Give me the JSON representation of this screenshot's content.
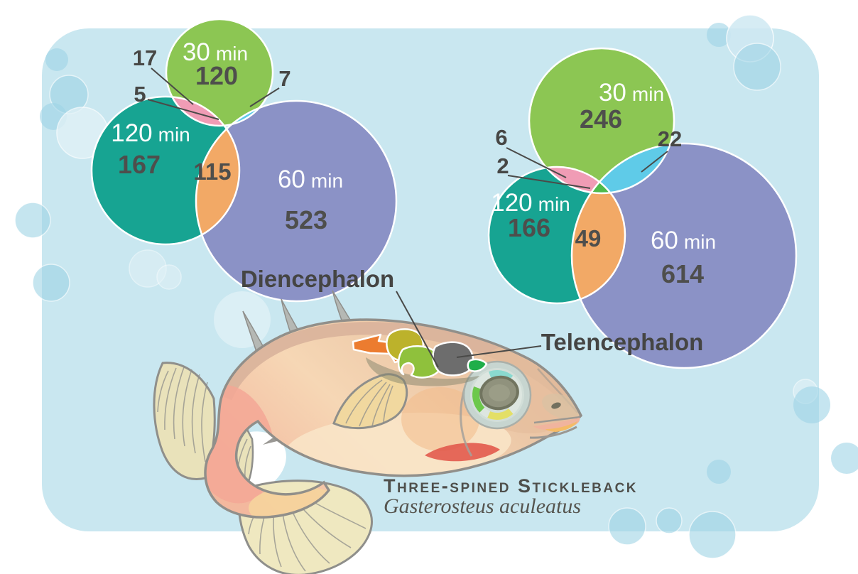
{
  "figure": {
    "background_color": "#ffffff",
    "card_color": "#c9e7f0",
    "bubble_color": "#9fd4e6",
    "text_dark": "#4a4a48",
    "label_white": "#ffffff"
  },
  "venn_left": {
    "sets": [
      {
        "time": "30",
        "unit": "min",
        "count": "120",
        "color": "#8cc653"
      },
      {
        "time": "120",
        "unit": "min",
        "count": "167",
        "color": "#17a492"
      },
      {
        "time": "60",
        "unit": "min",
        "count": "523",
        "color": "#8b92c6"
      }
    ],
    "overlaps": [
      {
        "between": "30min & 120min",
        "count": "17",
        "color": "#f09cb5"
      },
      {
        "between": "30min & 120min & 60min",
        "count": "5",
        "color": "#74b83b"
      },
      {
        "between": "30min & 60min",
        "count": "7",
        "color": "#5fcbe8"
      },
      {
        "between": "120min & 60min",
        "count": "115",
        "color": "#f2a966"
      }
    ]
  },
  "venn_right": {
    "sets": [
      {
        "time": "30",
        "unit": "min",
        "count": "246",
        "color": "#8cc653"
      },
      {
        "time": "120",
        "unit": "min",
        "count": "166",
        "color": "#17a492"
      },
      {
        "time": "60",
        "unit": "min",
        "count": "614",
        "color": "#8b92c6"
      }
    ],
    "overlaps": [
      {
        "between": "30min & 120min",
        "count": "6",
        "color": "#f09cb5"
      },
      {
        "between": "30min & 120min & 60min",
        "count": "2",
        "color": "#4eb94a"
      },
      {
        "between": "30min & 60min",
        "count": "22",
        "color": "#5fcbe8"
      },
      {
        "between": "120min & 60min",
        "count": "49",
        "color": "#f2a966"
      }
    ]
  },
  "region_labels": {
    "left": "Diencephalon",
    "right": "Telencephalon"
  },
  "species": {
    "common_name": "Three-spined Stickleback",
    "scientific_name": "Gasterosteus aculeatus"
  },
  "fish": {
    "brain_region_colors": {
      "orange": "#ec7c2f",
      "olive": "#bcb22b",
      "diencephalon": "#8fc13c",
      "telencephalon": "#6d6d6d",
      "green_small": "#1fae4a"
    }
  }
}
